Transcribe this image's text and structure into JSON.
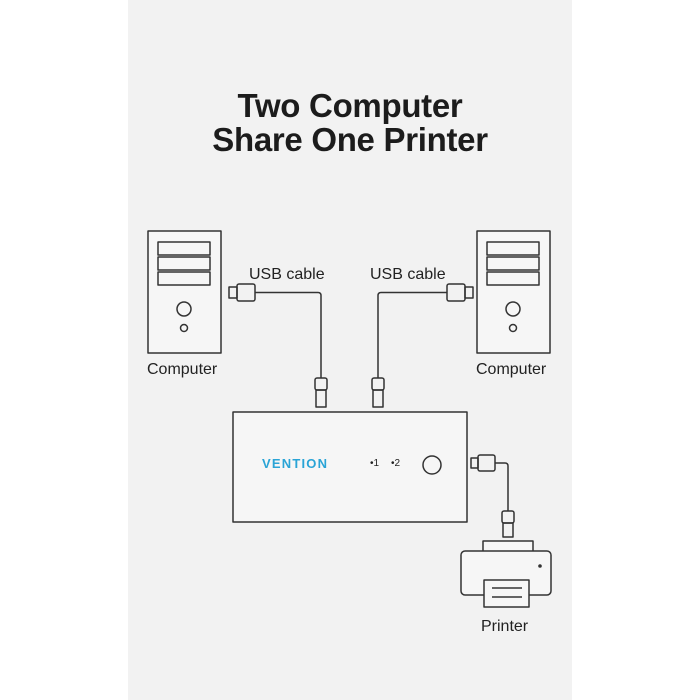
{
  "title": {
    "line1": "Two Computer",
    "line2": "Share One Printer"
  },
  "labels": {
    "cable_left": "USB cable",
    "cable_right": "USB cable",
    "computer_left": "Computer",
    "computer_right": "Computer",
    "printer": "Printer"
  },
  "switch": {
    "brand": "VENTION",
    "port1": "•1",
    "port2": "•2"
  },
  "colors": {
    "background": "#f2f2f2",
    "stroke": "#333333",
    "brand": "#2aa4d6"
  }
}
